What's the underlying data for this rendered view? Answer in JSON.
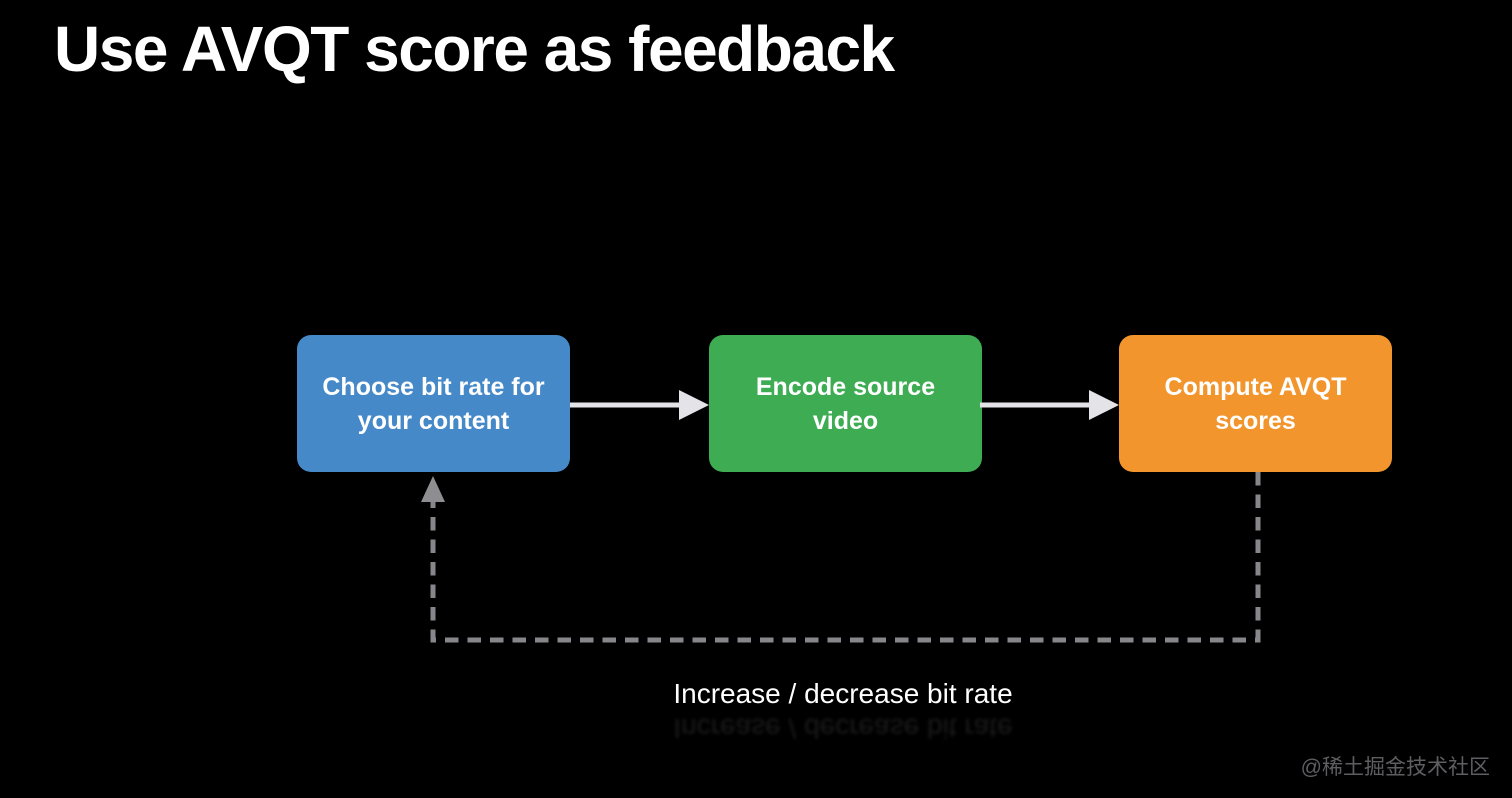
{
  "slide": {
    "title": "Use AVQT score as feedback",
    "watermark": "@稀土掘金技术社区",
    "background_color": "#000000"
  },
  "diagram": {
    "nodes": [
      {
        "id": "choose-bit-rate",
        "label": "Choose bit rate for\nyour content",
        "color": "#4689c8"
      },
      {
        "id": "encode-source-video",
        "label": "Encode source\nvideo",
        "color": "#3dac53"
      },
      {
        "id": "compute-avqt-scores",
        "label": "Compute AVQT\nscores",
        "color": "#f2952d"
      }
    ],
    "connectors": {
      "solid_arrow_color": "#e3e3e8",
      "dashed_line_color": "#87878b",
      "dashed_arrowhead_color": "#8e8e92",
      "feedback_label": "Increase / decrease bit rate"
    }
  }
}
